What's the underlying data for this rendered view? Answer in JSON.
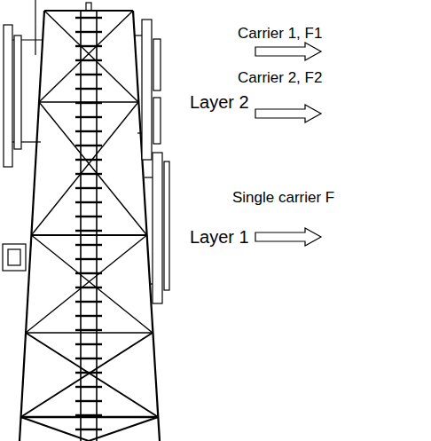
{
  "diagram": {
    "labels": [
      "Carrier 1, F1",
      "Layer 2",
      "Carrier 2, F2",
      "Single carrier F",
      "Layer 1"
    ]
  }
}
